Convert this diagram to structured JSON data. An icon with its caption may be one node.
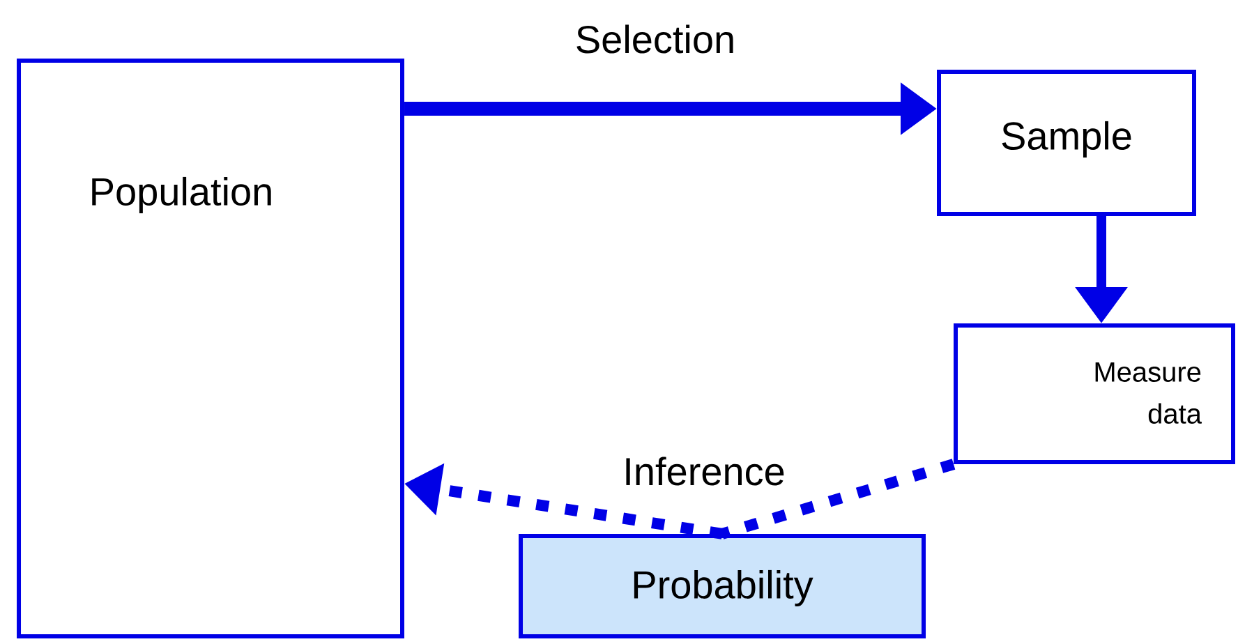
{
  "diagram": {
    "nodes": [
      {
        "text": [
          "Population"
        ]
      },
      {
        "text": [
          "Sample"
        ]
      },
      {
        "text": [
          "Measure data"
        ]
      },
      {
        "text": [
          "Probability"
        ]
      }
    ],
    "edges": [
      {
        "from": 0,
        "to": 1,
        "arrow": "to",
        "label": "Selection"
      },
      {
        "from": 1,
        "to": 2,
        "arrow": "to"
      },
      {
        "from": 2,
        "to": 3,
        "arrow": "none",
        "style": "dashed"
      },
      {
        "from": 3,
        "to": 0,
        "arrow": "to",
        "label": "Inference",
        "style": "dashed"
      }
    ]
  }
}
